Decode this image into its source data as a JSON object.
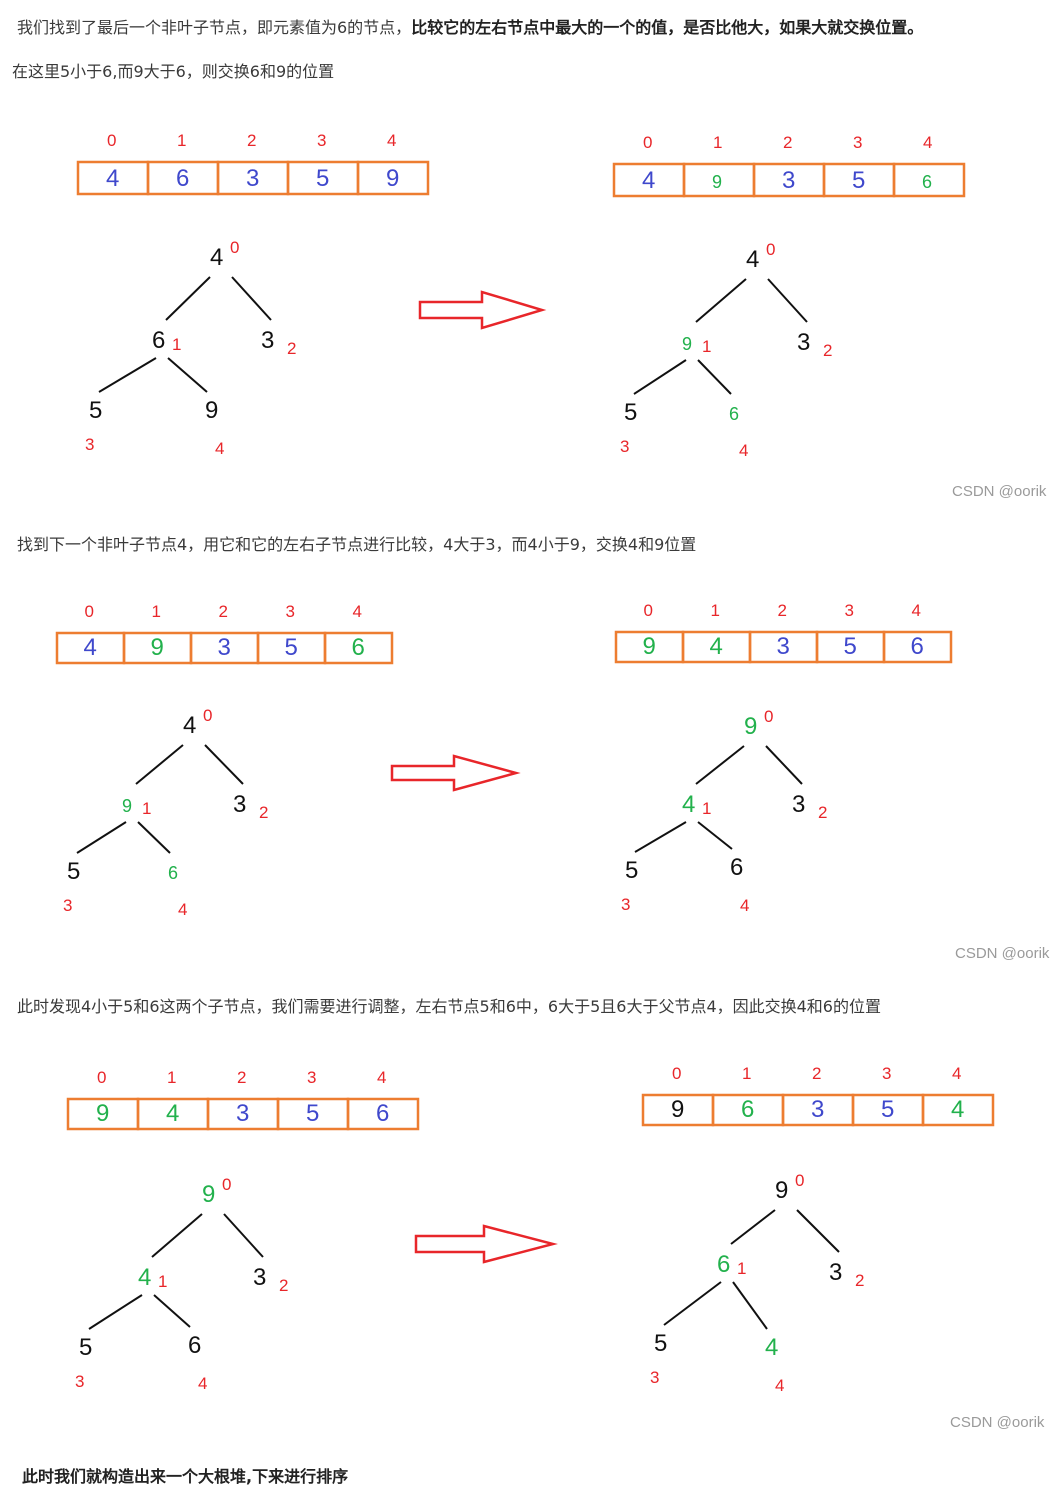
{
  "texts": {
    "p1_normal": "我们找到了最后一个非叶子节点，即元素值为6的节点，",
    "p1_bold": "比较它的左右节点中最大的一个的值，是否比他大，如果大就交换位置。",
    "p2": "在这里5小于6,而9大于6，则交换6和9的位置",
    "p3": "找到下一个非叶子节点4，用它和它的左右子节点进行比较，4大于3，而4小于9，交换4和9位置",
    "p4": "此时发现4小于5和6这两个子节点，我们需要进行调整，左右节点5和6中，6大于5且6大于父节点4，因此交换4和6的位置",
    "p5": "此时我们就构造出来一个大根堆,下来进行排序"
  },
  "watermark": "CSDN @oorik",
  "colors": {
    "blue": "#3f48cc",
    "green": "#22b14c",
    "black": "#111111",
    "red": "#e8262a",
    "orange": "#ed7d31"
  },
  "figures": [
    {
      "before": {
        "indices": [
          "0",
          "1",
          "2",
          "3",
          "4"
        ],
        "cells": [
          {
            "v": "4",
            "c": "blue"
          },
          {
            "v": "6",
            "c": "blue"
          },
          {
            "v": "3",
            "c": "blue"
          },
          {
            "v": "5",
            "c": "blue"
          },
          {
            "v": "9",
            "c": "blue"
          }
        ],
        "nodes": [
          {
            "v": "4",
            "c": "black",
            "i": "0"
          },
          {
            "v": "6",
            "c": "black",
            "i": "1"
          },
          {
            "v": "3",
            "c": "black",
            "i": "2"
          },
          {
            "v": "5",
            "c": "black",
            "i": "3"
          },
          {
            "v": "9",
            "c": "black",
            "i": "4"
          }
        ]
      },
      "after": {
        "indices": [
          "0",
          "1",
          "2",
          "3",
          "4"
        ],
        "cells": [
          {
            "v": "4",
            "c": "blue"
          },
          {
            "v": "9",
            "c": "green"
          },
          {
            "v": "3",
            "c": "blue"
          },
          {
            "v": "5",
            "c": "blue"
          },
          {
            "v": "6",
            "c": "green"
          }
        ],
        "nodes": [
          {
            "v": "4",
            "c": "black",
            "i": "0"
          },
          {
            "v": "9",
            "c": "green",
            "i": "1"
          },
          {
            "v": "3",
            "c": "black",
            "i": "2"
          },
          {
            "v": "5",
            "c": "black",
            "i": "3"
          },
          {
            "v": "6",
            "c": "green",
            "i": "4"
          }
        ]
      }
    },
    {
      "before": {
        "indices": [
          "0",
          "1",
          "2",
          "3",
          "4"
        ],
        "cells": [
          {
            "v": "4",
            "c": "blue"
          },
          {
            "v": "9",
            "c": "green"
          },
          {
            "v": "3",
            "c": "blue"
          },
          {
            "v": "5",
            "c": "blue"
          },
          {
            "v": "6",
            "c": "green"
          }
        ],
        "nodes": [
          {
            "v": "4",
            "c": "black",
            "i": "0"
          },
          {
            "v": "9",
            "c": "green",
            "i": "1"
          },
          {
            "v": "3",
            "c": "black",
            "i": "2"
          },
          {
            "v": "5",
            "c": "black",
            "i": "3"
          },
          {
            "v": "6",
            "c": "green",
            "i": "4"
          }
        ]
      },
      "after": {
        "indices": [
          "0",
          "1",
          "2",
          "3",
          "4"
        ],
        "cells": [
          {
            "v": "9",
            "c": "green"
          },
          {
            "v": "4",
            "c": "green"
          },
          {
            "v": "3",
            "c": "blue"
          },
          {
            "v": "5",
            "c": "blue"
          },
          {
            "v": "6",
            "c": "blue"
          }
        ],
        "nodes": [
          {
            "v": "9",
            "c": "green",
            "i": "0"
          },
          {
            "v": "4",
            "c": "green",
            "i": "1"
          },
          {
            "v": "3",
            "c": "black",
            "i": "2"
          },
          {
            "v": "5",
            "c": "black",
            "i": "3"
          },
          {
            "v": "6",
            "c": "black",
            "i": "4"
          }
        ]
      }
    },
    {
      "before": {
        "indices": [
          "0",
          "1",
          "2",
          "3",
          "4"
        ],
        "cells": [
          {
            "v": "9",
            "c": "green"
          },
          {
            "v": "4",
            "c": "green"
          },
          {
            "v": "3",
            "c": "blue"
          },
          {
            "v": "5",
            "c": "blue"
          },
          {
            "v": "6",
            "c": "blue"
          }
        ],
        "nodes": [
          {
            "v": "9",
            "c": "green",
            "i": "0"
          },
          {
            "v": "4",
            "c": "green",
            "i": "1"
          },
          {
            "v": "3",
            "c": "black",
            "i": "2"
          },
          {
            "v": "5",
            "c": "black",
            "i": "3"
          },
          {
            "v": "6",
            "c": "black",
            "i": "4"
          }
        ]
      },
      "after": {
        "indices": [
          "0",
          "1",
          "2",
          "3",
          "4"
        ],
        "cells": [
          {
            "v": "9",
            "c": "black"
          },
          {
            "v": "6",
            "c": "green"
          },
          {
            "v": "3",
            "c": "blue"
          },
          {
            "v": "5",
            "c": "blue"
          },
          {
            "v": "4",
            "c": "green"
          }
        ],
        "nodes": [
          {
            "v": "9",
            "c": "black",
            "i": "0"
          },
          {
            "v": "6",
            "c": "green",
            "i": "1"
          },
          {
            "v": "3",
            "c": "black",
            "i": "2"
          },
          {
            "v": "5",
            "c": "black",
            "i": "3"
          },
          {
            "v": "4",
            "c": "green",
            "i": "4"
          }
        ]
      }
    }
  ]
}
